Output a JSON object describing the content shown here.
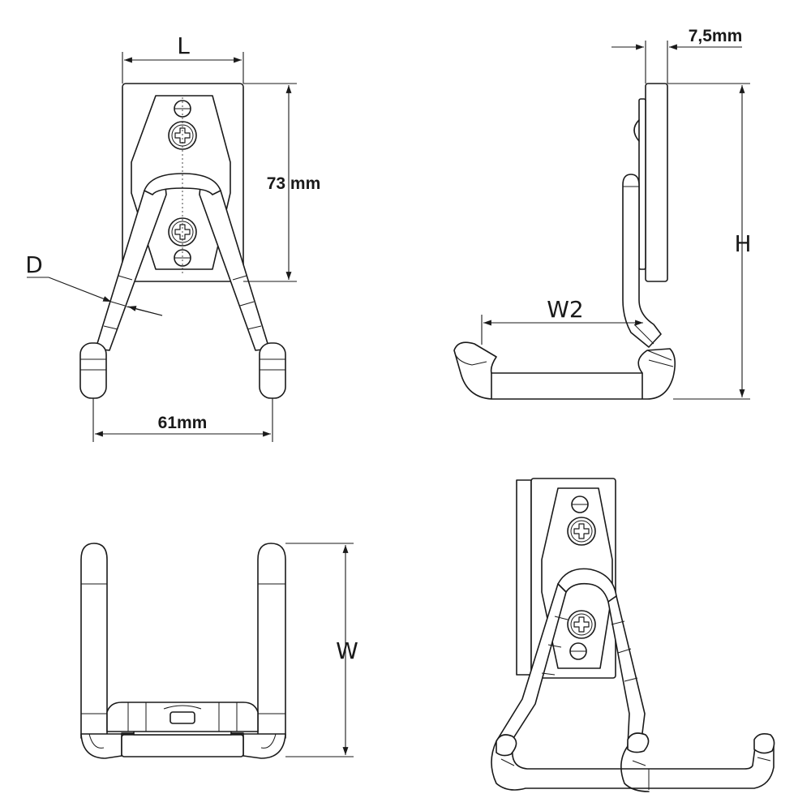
{
  "labels": {
    "length": "L",
    "height_73": "73 mm",
    "diameter": "D",
    "width_61": "61mm",
    "thickness": "7,5mm",
    "height": "H",
    "width2": "W2",
    "width": "W"
  }
}
